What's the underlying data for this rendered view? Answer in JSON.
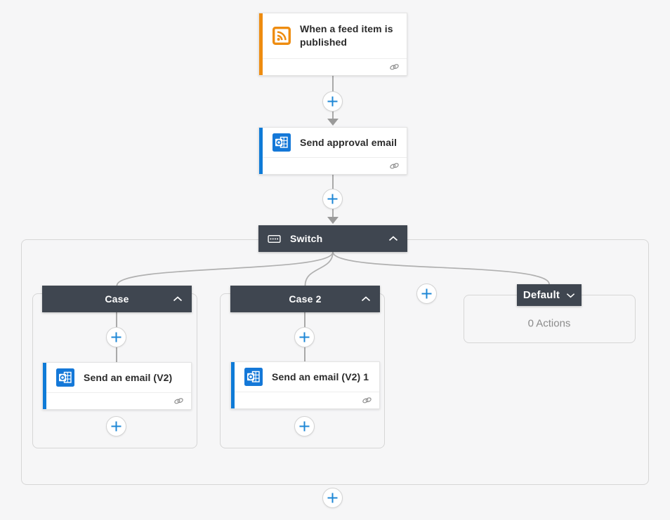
{
  "colors": {
    "canvas_bg": "#f6f6f7",
    "accent_orange": "#ee8c10",
    "accent_blue": "#0f7bd7",
    "header_bg": "#3f4650",
    "plus_blue": "#1e87d6",
    "connector": "#a9a9a9",
    "container_border": "#d6d6d6",
    "card_border": "#e4e4e4",
    "muted_text": "#8b8b8b"
  },
  "trigger": {
    "title": "When a feed item is published",
    "icon": "rss-icon"
  },
  "approval": {
    "title": "Send approval email",
    "icon": "outlook-icon"
  },
  "switch_scope": {
    "label": "Switch",
    "icon": "keyboard-icon",
    "collapse_icon": "chevron-up-icon"
  },
  "case1": {
    "label": "Case",
    "card_title": "Send an email (V2)",
    "card_icon": "outlook-icon"
  },
  "case2": {
    "label": "Case 2",
    "card_title": "Send an email (V2) 1",
    "card_icon": "outlook-icon"
  },
  "default_branch": {
    "label": "Default",
    "empty_text": "0 Actions",
    "expand_icon": "chevron-down-icon"
  },
  "misc_icons": {
    "footer_badge": "chain-link-icon",
    "insert": "plus-icon"
  }
}
